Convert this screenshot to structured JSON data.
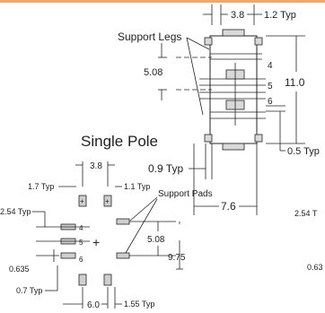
{
  "colors": {
    "accent": "#f0a868",
    "ink": "#222222",
    "pad": "#cfcfcf"
  },
  "title": "Single Pole",
  "side_view": {
    "support_legs": "Support Legs",
    "dim_width": "3.8",
    "dim_width_typ": "1.2 Typ",
    "dim_height": "5.08",
    "dim_overall": "11.0",
    "pin_labels": [
      "4",
      "5",
      "6"
    ],
    "dim_pin_typ": "0.5 Typ",
    "dim_leg_typ": "0.9 Typ",
    "dim_span": "7.6"
  },
  "footprint": {
    "dim_top": "3.8",
    "dim_pad_typ": "1.7 Typ",
    "dim_pad_w": "1.1 Typ",
    "support_pads": "Support Pads",
    "dim_pitch_left": "2.54 Typ",
    "pin_labels": [
      "4",
      "5",
      "6"
    ],
    "dim_508": "5.08",
    "dim_975": "9.75",
    "dim_0635": "0.635",
    "dim_07": "0.7 Typ",
    "dim_60": "6.0",
    "dim_155": "1.55 Typ",
    "right_pitch": "2.54 T",
    "right_0635": "0.63"
  }
}
